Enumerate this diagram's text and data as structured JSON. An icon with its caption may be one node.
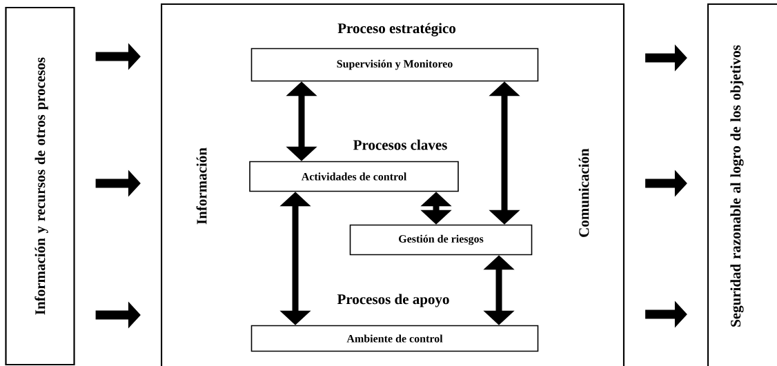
{
  "diagram": {
    "nodes": [
      {
        "text": [
          "Información y recursos de otros procesos"
        ]
      },
      {
        "text": [
          "Proceso estratégico",
          "Procesos claves",
          "Procesos de apoyo",
          "Información",
          "Comunicación"
        ]
      },
      {
        "text": [
          "Supervisión y Monitoreo"
        ],
        "in": 1
      },
      {
        "text": [
          "Actividades de control"
        ],
        "in": 1
      },
      {
        "text": [
          "Gestión de riesgos"
        ],
        "in": 1
      },
      {
        "text": [
          "Ambiente de control"
        ],
        "in": 1
      },
      {
        "text": [
          "Seguridad razonable al logro de los objetivos"
        ]
      }
    ],
    "edges": [
      {
        "from": 0,
        "to": 1,
        "arrow": "to"
      },
      {
        "from": 0,
        "to": 1,
        "arrow": "to"
      },
      {
        "from": 0,
        "to": 1,
        "arrow": "to"
      },
      {
        "from": 1,
        "to": 6,
        "arrow": "to"
      },
      {
        "from": 1,
        "to": 6,
        "arrow": "to"
      },
      {
        "from": 1,
        "to": 6,
        "arrow": "to"
      },
      {
        "from": 2,
        "to": 3,
        "arrow": "both"
      },
      {
        "from": 2,
        "to": 4,
        "arrow": "both"
      },
      {
        "from": 3,
        "to": 4,
        "arrow": "both"
      },
      {
        "from": 3,
        "to": 5,
        "arrow": "both"
      },
      {
        "from": 4,
        "to": 5,
        "arrow": "both"
      }
    ]
  }
}
